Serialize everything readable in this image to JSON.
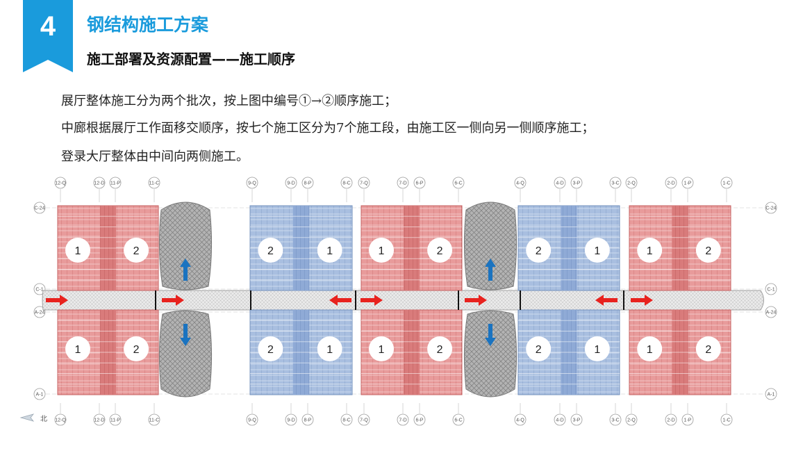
{
  "header": {
    "section_number": "4",
    "title": "钢结构施工方案",
    "subtitle": "施工部署及资源配置——施工顺序"
  },
  "paragraphs": [
    "展厅整体施工分为两个批次，按上图中编号①→②顺序施工；",
    "中廊根据展厅工作面移交顺序，按七个施工区分为7个施工段，由施工区一侧向另一侧顺序施工；",
    "登录大厅整体由中间向两侧施工。"
  ],
  "colors": {
    "accent": "#1a9bdc",
    "red_zone": "#e68c8c",
    "blue_zone": "#9fb6d8",
    "gray_zone": "#a9a9a9",
    "arrow_red": "#e8221e",
    "arrow_blue": "#1a73c0"
  },
  "grid_labels_top": [
    "12-Q",
    "12-D",
    "11-P",
    "11-C",
    "9-Q",
    "9-D",
    "8-P",
    "8-C",
    "7-Q",
    "7-D",
    "6-P",
    "6-C",
    "4-Q",
    "4-D",
    "3-P",
    "3-C",
    "2-Q",
    "2-D",
    "1-P",
    "1-C"
  ],
  "grid_labels_bottom": [
    "12-Q",
    "12-D",
    "11-P",
    "11-C",
    "9-Q",
    "9-D",
    "8-P",
    "8-C",
    "7-Q",
    "7-D",
    "6-P",
    "6-C",
    "4-Q",
    "4-D",
    "3-P",
    "3-C",
    "2-Q",
    "2-D",
    "1-P",
    "1-C"
  ],
  "row_labels": [
    "C-24",
    "C-1",
    "A-24",
    "A-1"
  ],
  "north_label": "北",
  "halls": [
    {
      "color": "red",
      "top": [
        "1",
        "2"
      ],
      "bottom": [
        "1",
        "2"
      ]
    },
    {
      "color": "blue",
      "top": [
        "2",
        "1"
      ],
      "bottom": [
        "2",
        "1"
      ]
    },
    {
      "color": "red",
      "top": [
        "1",
        "2"
      ],
      "bottom": [
        "1",
        "2"
      ]
    },
    {
      "color": "blue",
      "top": [
        "2",
        "1"
      ],
      "bottom": [
        "2",
        "1"
      ]
    },
    {
      "color": "red",
      "top": [
        "1",
        "2"
      ],
      "bottom": [
        "1",
        "2"
      ]
    }
  ],
  "corridor_arrows": [
    "right",
    "right",
    "left",
    "right",
    "right",
    "left",
    "right"
  ],
  "lobby_arrows": [
    "up",
    "down",
    "up",
    "down"
  ]
}
